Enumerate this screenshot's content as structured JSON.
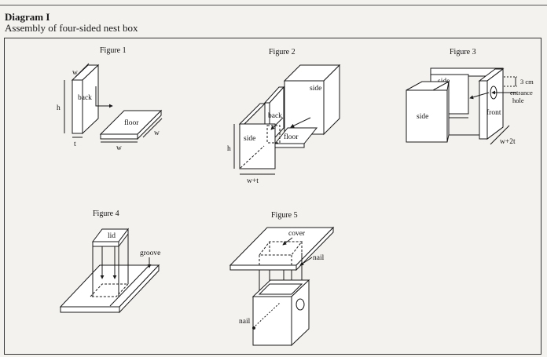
{
  "header": {
    "title": "Diagram I",
    "subtitle": "Assembly of four-sided nest box"
  },
  "figures": {
    "f1": {
      "caption": "Figure 1",
      "back": "back",
      "floor": "floor",
      "w": "w",
      "h": "h",
      "t": "t"
    },
    "f2": {
      "caption": "Figure 2",
      "side_a": "side",
      "side_b": "side",
      "back": "back",
      "floor": "floor",
      "h": "h",
      "w_t": "w+t"
    },
    "f3": {
      "caption": "Figure 3",
      "side_a": "side",
      "side_b": "side",
      "front": "front",
      "dim_3cm": "3 cm",
      "entrance": "entrance",
      "hole": "hole",
      "w_2t": "w+2t"
    },
    "f4": {
      "caption": "Figure 4",
      "lid": "lid",
      "groove": "groove"
    },
    "f5": {
      "caption": "Figure 5",
      "cover": "cover",
      "nail_a": "nail",
      "nail_b": "nail"
    }
  }
}
